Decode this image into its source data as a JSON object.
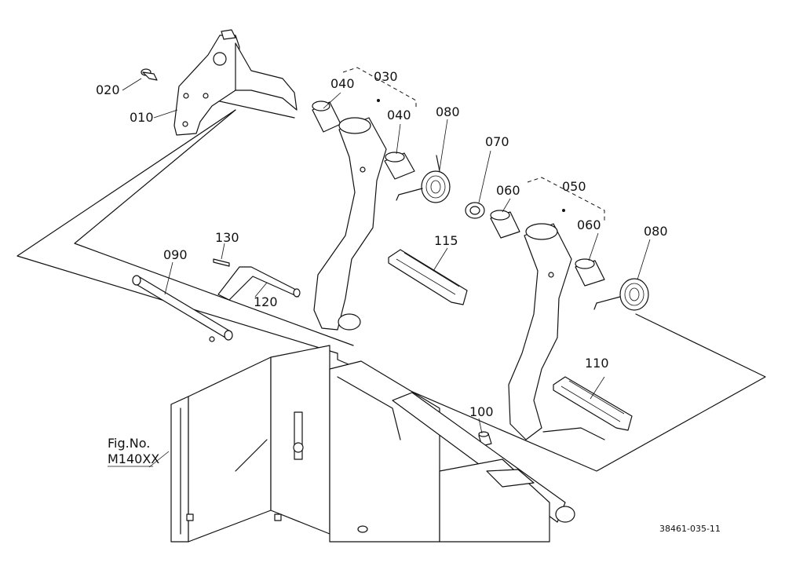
{
  "parts": {
    "p010": "010",
    "p020": "020",
    "p030": "030",
    "p040a": "040",
    "p040b": "040",
    "p050": "050",
    "p060a": "060",
    "p060b": "060",
    "p070": "070",
    "p080a": "080",
    "p080b": "080",
    "p090": "090",
    "p100": "100",
    "p110": "110",
    "p115": "115",
    "p120": "120",
    "p130": "130"
  },
  "reference": {
    "fig_label": "Fig.No.",
    "fig_number": "M140XX"
  },
  "drawing_code": "38461-035-11"
}
